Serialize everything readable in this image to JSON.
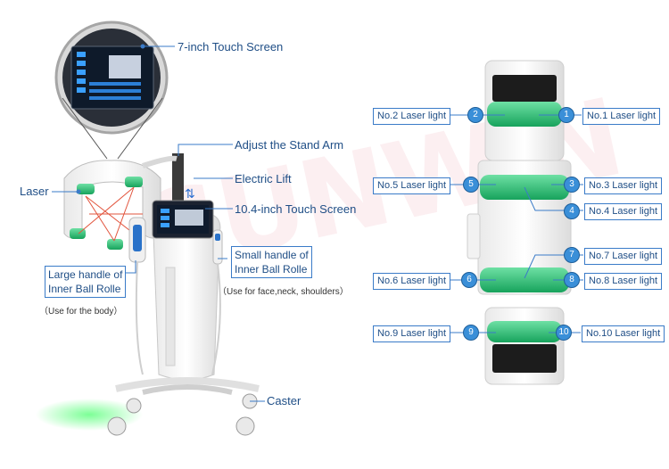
{
  "watermark": "SUNWIN",
  "left_machine": {
    "labels": {
      "screen7": "7-inch Touch Screen",
      "stand_arm": "Adjust the Stand Arm",
      "electric_lift": "Electric Lift",
      "screen104": "10.4-inch Touch Screen",
      "laser": "Laser",
      "large_handle_line1": "Large handle of",
      "large_handle_line2": "Inner Ball Rolle",
      "large_handle_note": "（Use for the body）",
      "small_handle_line1": "Small handle of",
      "small_handle_line2": "Inner Ball Rolle",
      "small_handle_note": "（Use for face,neck, shoulders）",
      "caster": "Caster"
    }
  },
  "laser_panel": {
    "lights": [
      {
        "num": "1",
        "label": "No.1 Laser light"
      },
      {
        "num": "2",
        "label": "No.2 Laser light"
      },
      {
        "num": "3",
        "label": "No.3 Laser light"
      },
      {
        "num": "4",
        "label": "No.4 Laser light"
      },
      {
        "num": "5",
        "label": "No.5 Laser light"
      },
      {
        "num": "6",
        "label": "No.6 Laser light"
      },
      {
        "num": "7",
        "label": "No.7 Laser light"
      },
      {
        "num": "8",
        "label": "No.8 Laser light"
      },
      {
        "num": "9",
        "label": "No.9 Laser light"
      },
      {
        "num": "10",
        "label": "No.10 Laser light"
      }
    ]
  },
  "colors": {
    "label_text": "#1f4e86",
    "leader_line": "#3a7bc8",
    "laser_green": "#2fc27a",
    "screen_dark": "#1b2230",
    "body_white": "#f4f4f4"
  }
}
